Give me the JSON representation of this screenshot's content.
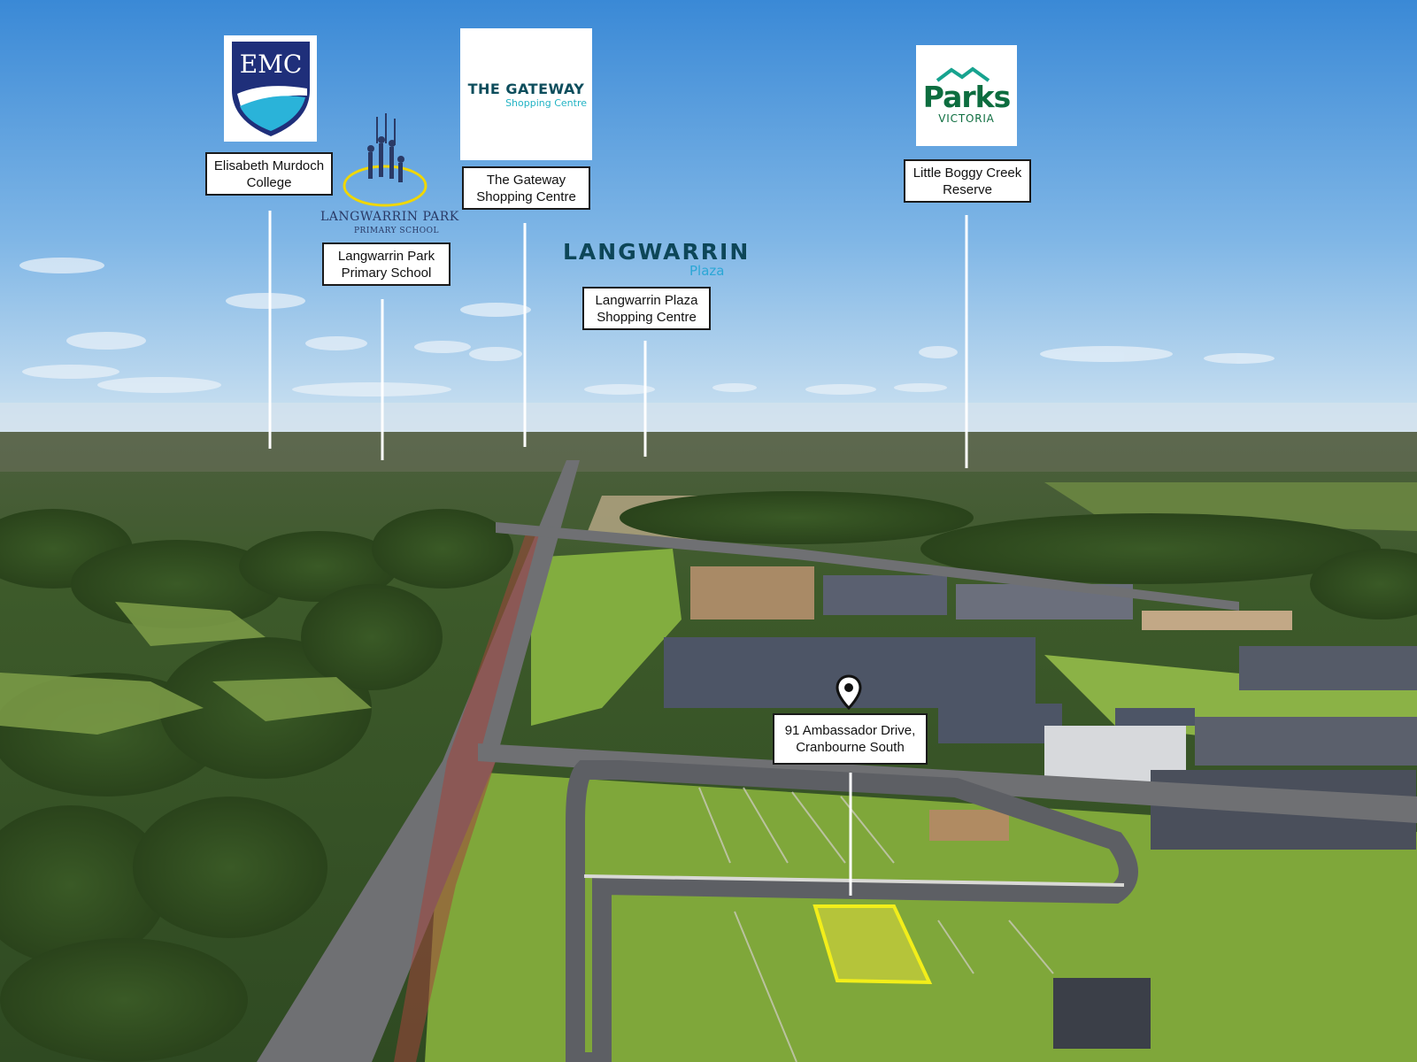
{
  "colors": {
    "sky_top": "#3f8fd8",
    "sky_horizon": "#c6dff0",
    "vegetation": "#3f5e2a",
    "grass": "#79a83a",
    "road": "#6f6f72",
    "lot_highlight": "#f2ee1a",
    "label_border": "#1a1a1a"
  },
  "logos": {
    "emc": {
      "text": "EMC",
      "icon": "shield-icon"
    },
    "langwarrin_park_ps": {
      "line1": "LANGWARRIN PARK",
      "line2": "PRIMARY SCHOOL",
      "icon": "figures-icon"
    },
    "gateway": {
      "line1": "THE GATEWAY",
      "line2": "Shopping Centre"
    },
    "langwarrin_plaza": {
      "line1": "LANGWARRIN",
      "line2": "Plaza"
    },
    "parks_victoria": {
      "line1": "Parks",
      "line2": "VICTORIA",
      "icon": "mountain-waves-icon"
    }
  },
  "labels": {
    "emc": {
      "line1": "Elisabeth Murdoch",
      "line2": "College"
    },
    "langwarrin_park_ps": {
      "line1": "Langwarrin Park",
      "line2": "Primary School"
    },
    "gateway": {
      "line1": "The Gateway",
      "line2": "Shopping Centre"
    },
    "langwarrin_plaza": {
      "line1": "Langwarrin Plaza",
      "line2": "Shopping Centre"
    },
    "boggy_creek": {
      "line1": "Little Boggy Creek",
      "line2": "Reserve"
    },
    "property": {
      "line1": "91 Ambassador Drive,",
      "line2": "Cranbourne South",
      "icon": "map-pin-icon"
    }
  }
}
